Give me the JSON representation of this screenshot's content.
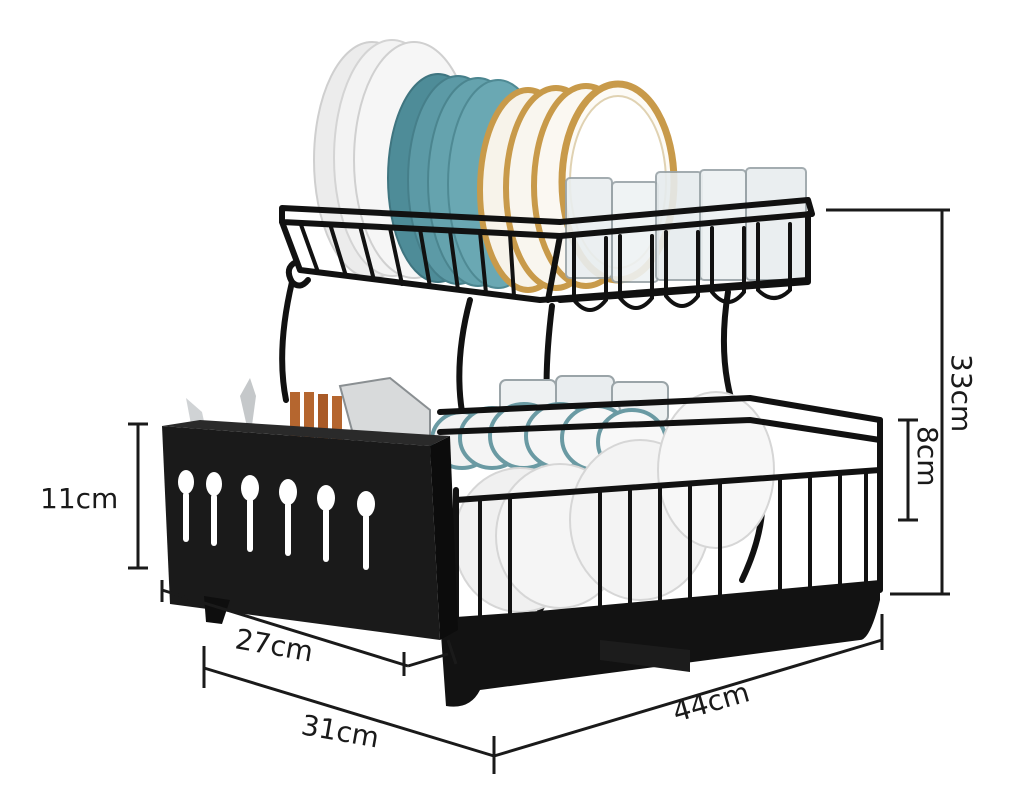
{
  "image": {
    "subject": "two-tier dish drying rack with dimension annotations",
    "colors": {
      "rack": "#111111",
      "plate_white": "#f2f2f2",
      "plate_teal": "#5c9aa6",
      "plate_gold_rim": "#c89a4a",
      "chopsticks": "#b5662f",
      "background": "#ffffff"
    }
  },
  "dimensions": {
    "total_height": "33cm",
    "lower_tier_height": "8cm",
    "basket_height": "11cm",
    "basket_depth": "27cm",
    "overall_depth": "31cm",
    "overall_width": "44cm"
  }
}
